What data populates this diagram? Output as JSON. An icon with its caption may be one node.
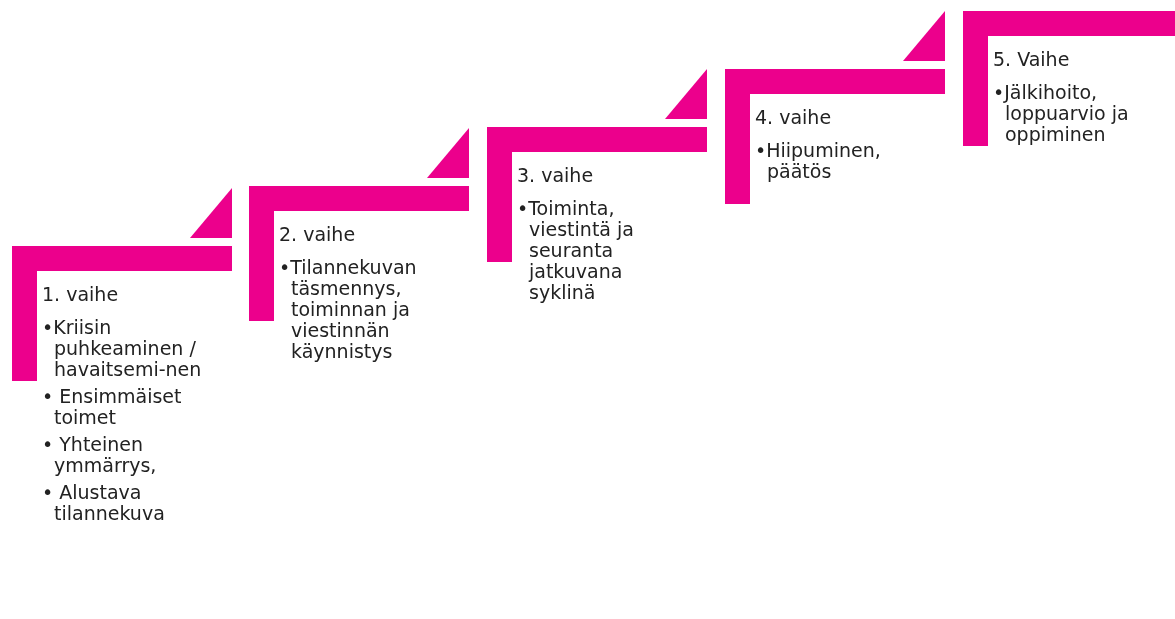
{
  "diagram": {
    "nodes": [
      {
        "text": [
          "1. vaihe",
          "•Kriisin puhkeaminen / havaitsemi-nen",
          "• Ensimmäiset toimet",
          "• Yhteinen ymmärrys,",
          "• Alustava tilannekuva"
        ]
      },
      {
        "text": [
          "2. vaihe",
          "•Tilannekuvan täsmennys, toiminnan ja viestinnän käynnistys"
        ]
      },
      {
        "text": [
          "3. vaihe",
          "•Toiminta, viestintä ja seuranta jatkuvana syklinä"
        ]
      },
      {
        "text": [
          "4. vaihe",
          "•Hiipuminen, päätös"
        ]
      },
      {
        "text": [
          "5. Vaihe",
          "•Jälkihoito, loppuarvio ja oppiminen"
        ]
      }
    ],
    "edges": []
  }
}
